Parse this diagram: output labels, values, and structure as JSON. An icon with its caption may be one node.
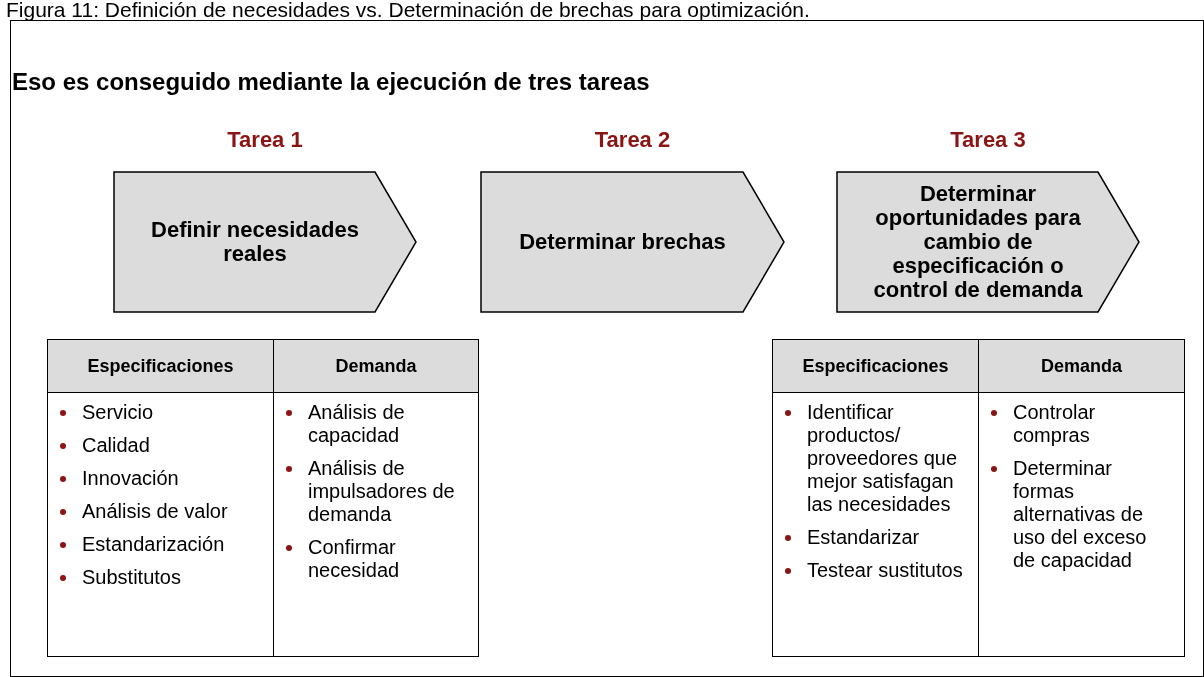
{
  "diagram": {
    "caption": "Figura 11: Definición de necesidades vs. Determinación de brechas para optimización.",
    "title": "Eso es conseguido mediante la ejecución de tres tareas",
    "nodes": [
      {
        "text": [
          "Tarea 1",
          "Definir necesidades reales"
        ]
      },
      {
        "text": [
          "Tarea 2",
          "Determinar brechas"
        ]
      },
      {
        "text": [
          "Tarea 3",
          "Determinar oportunidades para cambio de especificación o control de demanda"
        ]
      }
    ],
    "edges": [],
    "labels": [
      "Especificaciones",
      "Demanda",
      "Servicio",
      "Calidad",
      "Innovación",
      "Análisis de valor",
      "Estandarización",
      "Substitutos",
      "Análisis de capacidad",
      "Análisis de impulsadores de demanda",
      "Confirmar necesidad",
      "Especificaciones",
      "Demanda",
      "Identificar productos/ proveedores que mejor satisfagan las necesidades",
      "Estandarizar",
      "Testear sustitutos",
      "Controlar compras",
      "Determinar formas alternativas de uso del exceso de capacidad"
    ]
  }
}
